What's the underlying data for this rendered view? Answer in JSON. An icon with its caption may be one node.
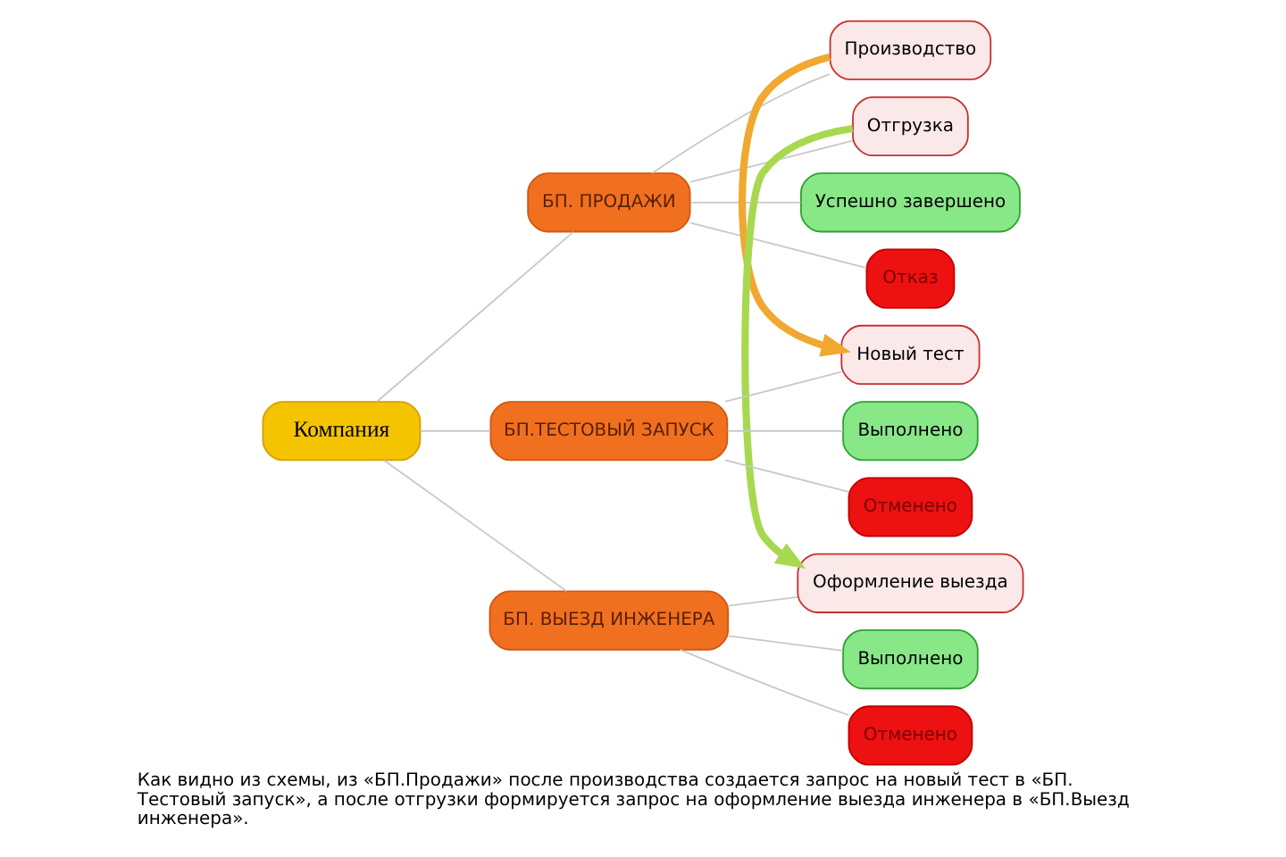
{
  "diagram": {
    "caption": "Как видно из схемы, из «БП.Продажи» после производства создается запрос на новый тест в «БП. Тестовый запуск», а после отгрузки формируется запрос на оформление выезда инженера в «БП.Выезд инженера».",
    "nodes": [
      {
        "text": [
          "Компания"
        ]
      },
      {
        "text": [
          "БП. ПРОДАЖИ"
        ]
      },
      {
        "text": [
          "Производство"
        ]
      },
      {
        "text": [
          "Отгрузка"
        ]
      },
      {
        "text": [
          "Успешно завершено"
        ]
      },
      {
        "text": [
          "Отказ"
        ]
      },
      {
        "text": [
          "БП.ТЕСТОВЫЙ ЗАПУСК"
        ]
      },
      {
        "text": [
          "Новый тест"
        ]
      },
      {
        "text": [
          "Выполнено"
        ]
      },
      {
        "text": [
          "Отменено"
        ]
      },
      {
        "text": [
          "БП. ВЫЕЗД ИНЖЕНЕРА"
        ]
      },
      {
        "text": [
          "Оформление выезда"
        ]
      },
      {
        "text": [
          "Выполнено"
        ]
      },
      {
        "text": [
          "Отменено"
        ]
      }
    ],
    "edges": [
      {
        "from": 0,
        "to": 1,
        "arrow": "none"
      },
      {
        "from": 0,
        "to": 6,
        "arrow": "none"
      },
      {
        "from": 0,
        "to": 10,
        "arrow": "none"
      },
      {
        "from": 1,
        "to": 2,
        "arrow": "none"
      },
      {
        "from": 1,
        "to": 3,
        "arrow": "none"
      },
      {
        "from": 1,
        "to": 4,
        "arrow": "none"
      },
      {
        "from": 1,
        "to": 5,
        "arrow": "none"
      },
      {
        "from": 6,
        "to": 7,
        "arrow": "none"
      },
      {
        "from": 6,
        "to": 8,
        "arrow": "none"
      },
      {
        "from": 6,
        "to": 9,
        "arrow": "none"
      },
      {
        "from": 10,
        "to": 11,
        "arrow": "none"
      },
      {
        "from": 10,
        "to": 12,
        "arrow": "none"
      },
      {
        "from": 10,
        "to": 13,
        "arrow": "none"
      },
      {
        "from": 2,
        "to": 7,
        "arrow": "to",
        "style": "thick",
        "color": "#f0a830"
      },
      {
        "from": 3,
        "to": 11,
        "arrow": "to",
        "style": "thick",
        "color": "#a8d850"
      }
    ]
  }
}
